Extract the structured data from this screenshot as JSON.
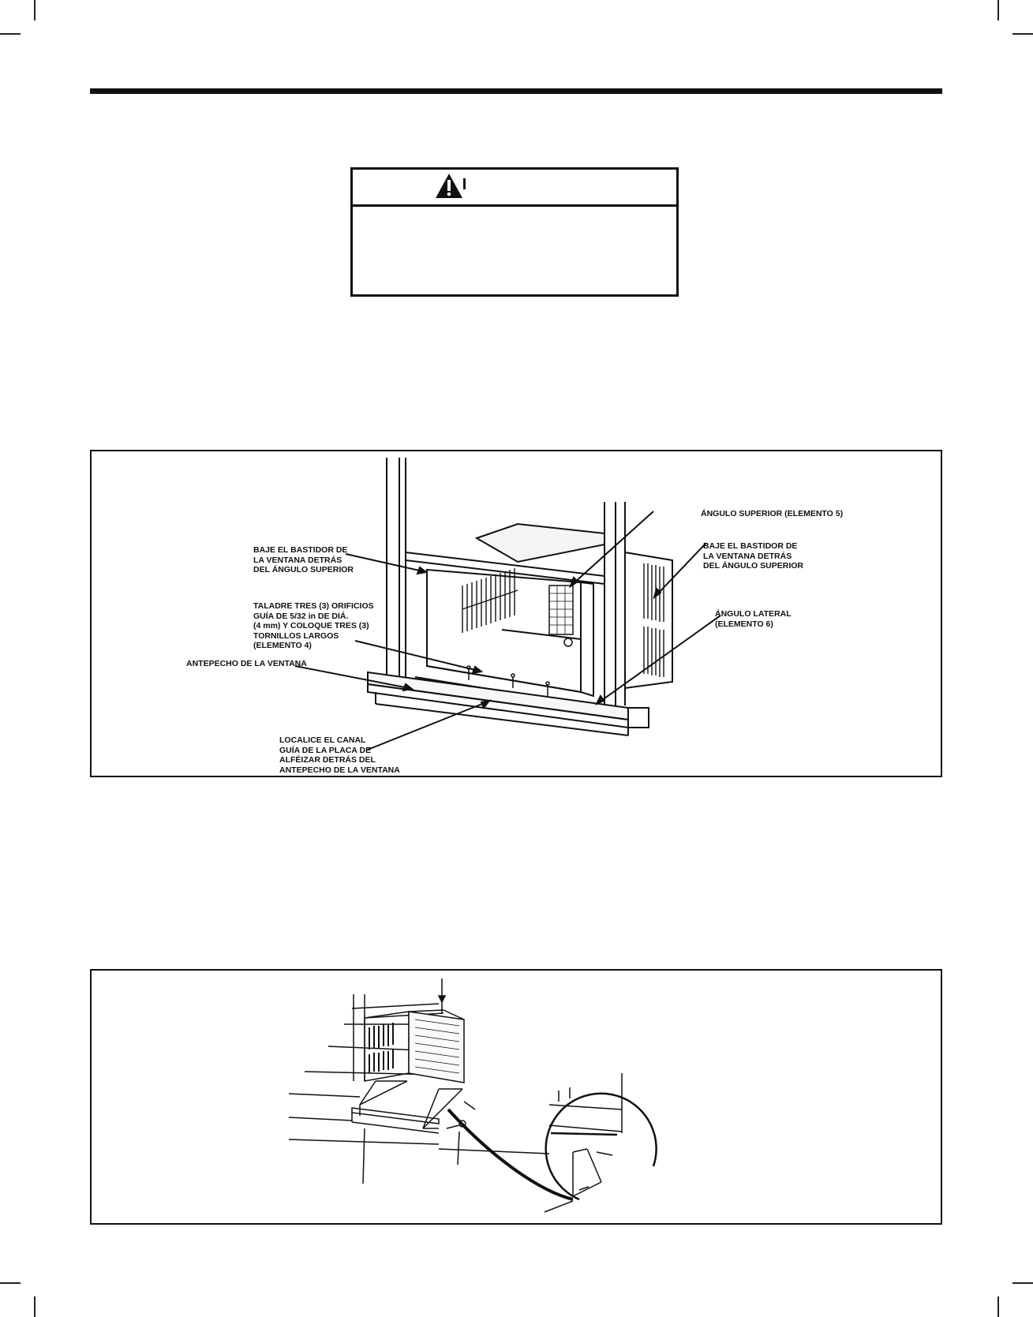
{
  "figure1": {
    "labels": {
      "top_angle": "ÁNGULO SUPERIOR (ELEMENTO 5)",
      "lower_sash_left": "BAJE EL BASTIDOR DE\nLA VENTANA DETRÁS\nDEL ÁNGULO SUPERIOR",
      "lower_sash_right": "BAJE EL BASTIDOR DE\nLA VENTANA DETRÁS\nDEL ÁNGULO SUPERIOR",
      "drill": "TALADRE TRES (3) ORIFICIOS\nGUÍA DE 5/32 in DE DIÁ.\n(4 mm) Y COLOQUE TRES (3)\nTORNILLOS LARGOS\n(ELEMENTO 4)",
      "side_angle": "ÁNGULO LATERAL\n(ELEMENTO 6)",
      "window_stool": "ANTEPECHO DE LA VENTANA",
      "sill_channel": "LOCALICE EL CANAL\nGUÍA DE LA PLACA DE\nALFÉIZAR DETRÁS DEL\nANTEPECHO DE LA VENTANA"
    }
  },
  "icons": {
    "warning": "warning-triangle-icon"
  }
}
